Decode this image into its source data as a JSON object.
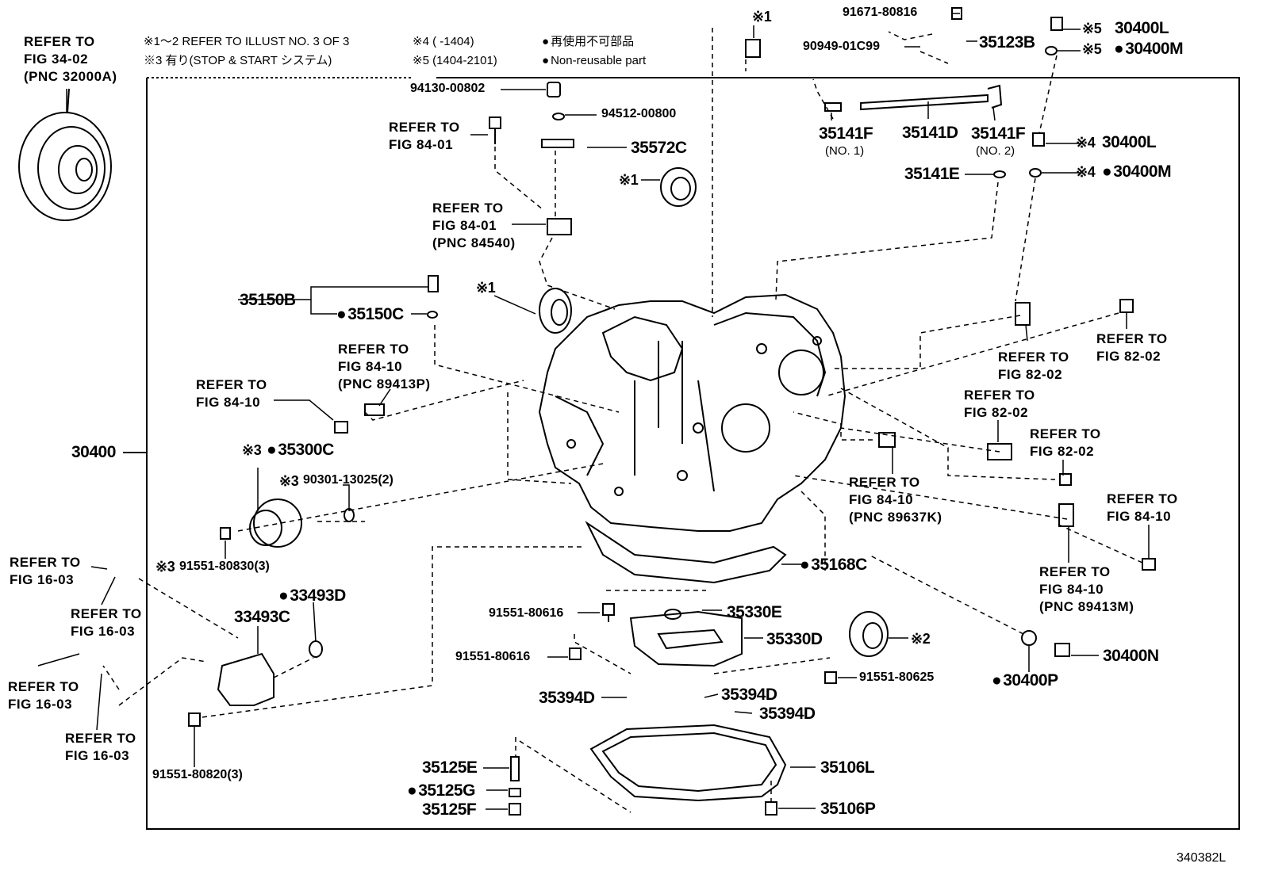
{
  "diagram_id": "340382L",
  "notes": {
    "n1": "※1〜2 REFER TO ILLUST NO. 3 OF 3",
    "n3": "※3 有り(STOP & START システム)",
    "n4": "※4 (       -1404)",
    "n5": "※5 (1404-2101)",
    "legend_jp": "再使用不可部品",
    "legend_en": "Non-reusable part"
  },
  "refs": {
    "r_fig34": "REFER TO\nFIG 34-02\n(PNC 32000A)",
    "r_fig8401a": "REFER TO\nFIG 84-01",
    "r_fig8401b": "REFER TO\nFIG 84-01\n(PNC 84540)",
    "r_fig8410a": "REFER TO\nFIG 84-10\n(PNC 89413P)",
    "r_fig8410b": "REFER TO\nFIG 84-10",
    "r_fig8202a": "REFER TO\nFIG 82-02",
    "r_fig8202b": "REFER TO\nFIG 82-02",
    "r_fig8202c": "REFER TO\nFIG 82-02",
    "r_fig8202d": "REFER TO\nFIG 82-02",
    "r_fig8410c": "REFER TO\nFIG 84-10\n(PNC 89637K)",
    "r_fig8410d": "REFER TO\nFIG 84-10",
    "r_fig8410e": "REFER TO\nFIG 84-10\n(PNC 89413M)",
    "r_fig1603a": "REFER TO\nFIG 16-03",
    "r_fig1603b": "REFER TO\nFIG 16-03",
    "r_fig1603c": "REFER TO\nFIG 16-03",
    "r_fig1603d": "REFER TO\nFIG 16-03"
  },
  "parts": {
    "p91671": "91671-80816",
    "p90949": "90949-01C99",
    "p35123B": "35123B",
    "p30400L_5": "30400L",
    "p30400M_5": "30400M",
    "p94130": "94130-00802",
    "p94512": "94512-00800",
    "p35572C": "35572C",
    "p35141F1": "35141F",
    "p35141F1sub": "(NO. 1)",
    "p35141D": "35141D",
    "p35141F2": "35141F",
    "p35141F2sub": "(NO. 2)",
    "p30400L_4": "30400L",
    "p35141E": "35141E",
    "p30400M_4": "30400M",
    "p35150B": "35150B",
    "p35150C": "35150C",
    "p30400": "30400",
    "p35300C": "35300C",
    "p90301": "90301-13025(2)",
    "p91551_830": "91551-80830(3)",
    "p33493D": "33493D",
    "p33493C": "33493C",
    "p91551_820": "91551-80820(3)",
    "p35168C": "35168C",
    "p91551_616a": "91551-80616",
    "p35330E": "35330E",
    "p91551_616b": "91551-80616",
    "p35330D": "35330D",
    "p91551_625": "91551-80625",
    "p35394D_a": "35394D",
    "p35394D_b": "35394D",
    "p35394D_c": "35394D",
    "p35125E": "35125E",
    "p35125G": "35125G",
    "p35125F": "35125F",
    "p35106L": "35106L",
    "p35106P": "35106P",
    "p30400N": "30400N",
    "p30400P": "30400P"
  },
  "marks": {
    "k1": "※1",
    "k1b": "※1",
    "k1c": "※1",
    "k2": "※2",
    "k3a": "※3",
    "k3b": "※3",
    "k3c": "※3",
    "k4a": "※4",
    "k4b": "※4",
    "k5a": "※5",
    "k5b": "※5"
  }
}
